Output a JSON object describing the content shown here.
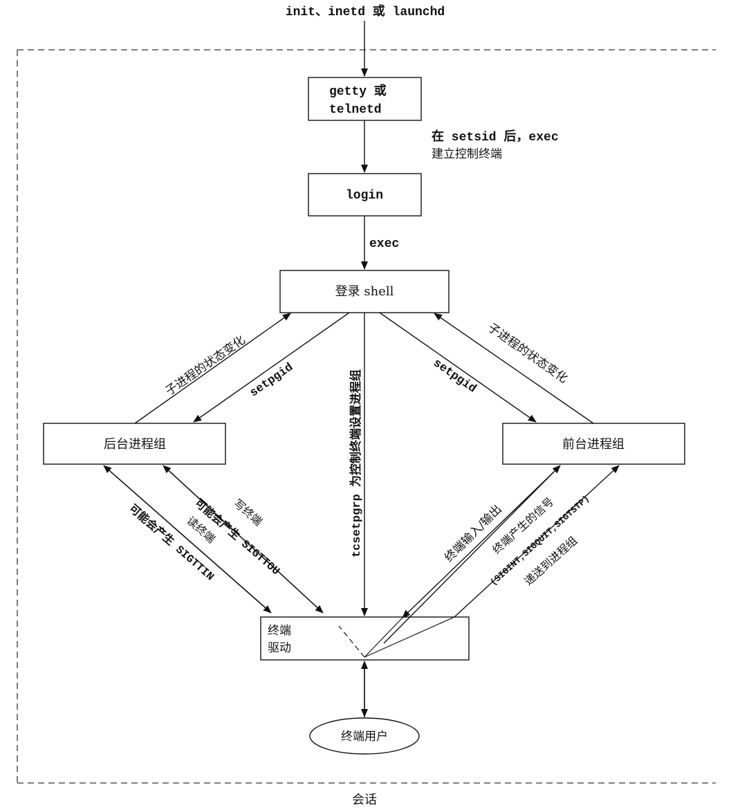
{
  "top_label": "init、inetd 或 launchd",
  "session_label": "会话",
  "boxes": {
    "getty_line1": "getty 或",
    "getty_line2": "telnetd",
    "login": "login",
    "login_shell": "登录 shell",
    "background_group": "后台进程组",
    "foreground_group": "前台进程组",
    "terminal_driver_line1": "终端",
    "terminal_driver_line2": "驱动",
    "terminal_user": "终端用户"
  },
  "edge_labels": {
    "setsid_line1": "在 setsid 后，exec",
    "setsid_line2": "建立控制终端",
    "exec": "exec",
    "child_state_left": "子进程的状态变化",
    "setpgid_left": "setpgid",
    "tcsetpgrp": "tcsetpgrp 为控制终端设置进程组",
    "setpgid_right": "setpgid",
    "child_state_right": "子进程的状态变化",
    "read_terminal_line1": "可能会产生 SIGTTIN",
    "read_terminal_line2": "读终端",
    "write_terminal_line1": "可能会产生 SIGTTOU",
    "write_terminal_line2": "写终端",
    "terminal_io": "终端输入/输出",
    "signals_line1": "终端产生的信号",
    "signals_line2": "(SIGINT,SIGQUIT,SIGTSTP)",
    "signals_line3": "递送到进程组"
  }
}
